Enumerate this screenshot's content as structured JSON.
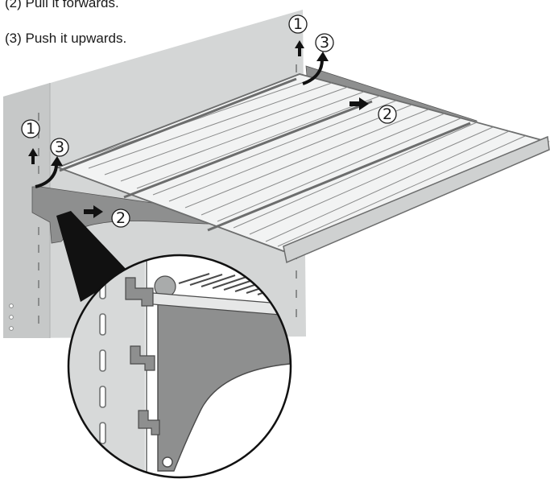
{
  "instructions": {
    "step2": "(2) Pull it forwards.",
    "step3": "(3) Push it upwards."
  },
  "markers": {
    "one": "1",
    "two": "2",
    "three": "3"
  },
  "colors": {
    "wall": "#d4d6d6",
    "wall_dark": "#b9bcbc",
    "bracket": "#8e8f8f",
    "wire": "#6c6d6d",
    "ink": "#1a1a1a"
  }
}
